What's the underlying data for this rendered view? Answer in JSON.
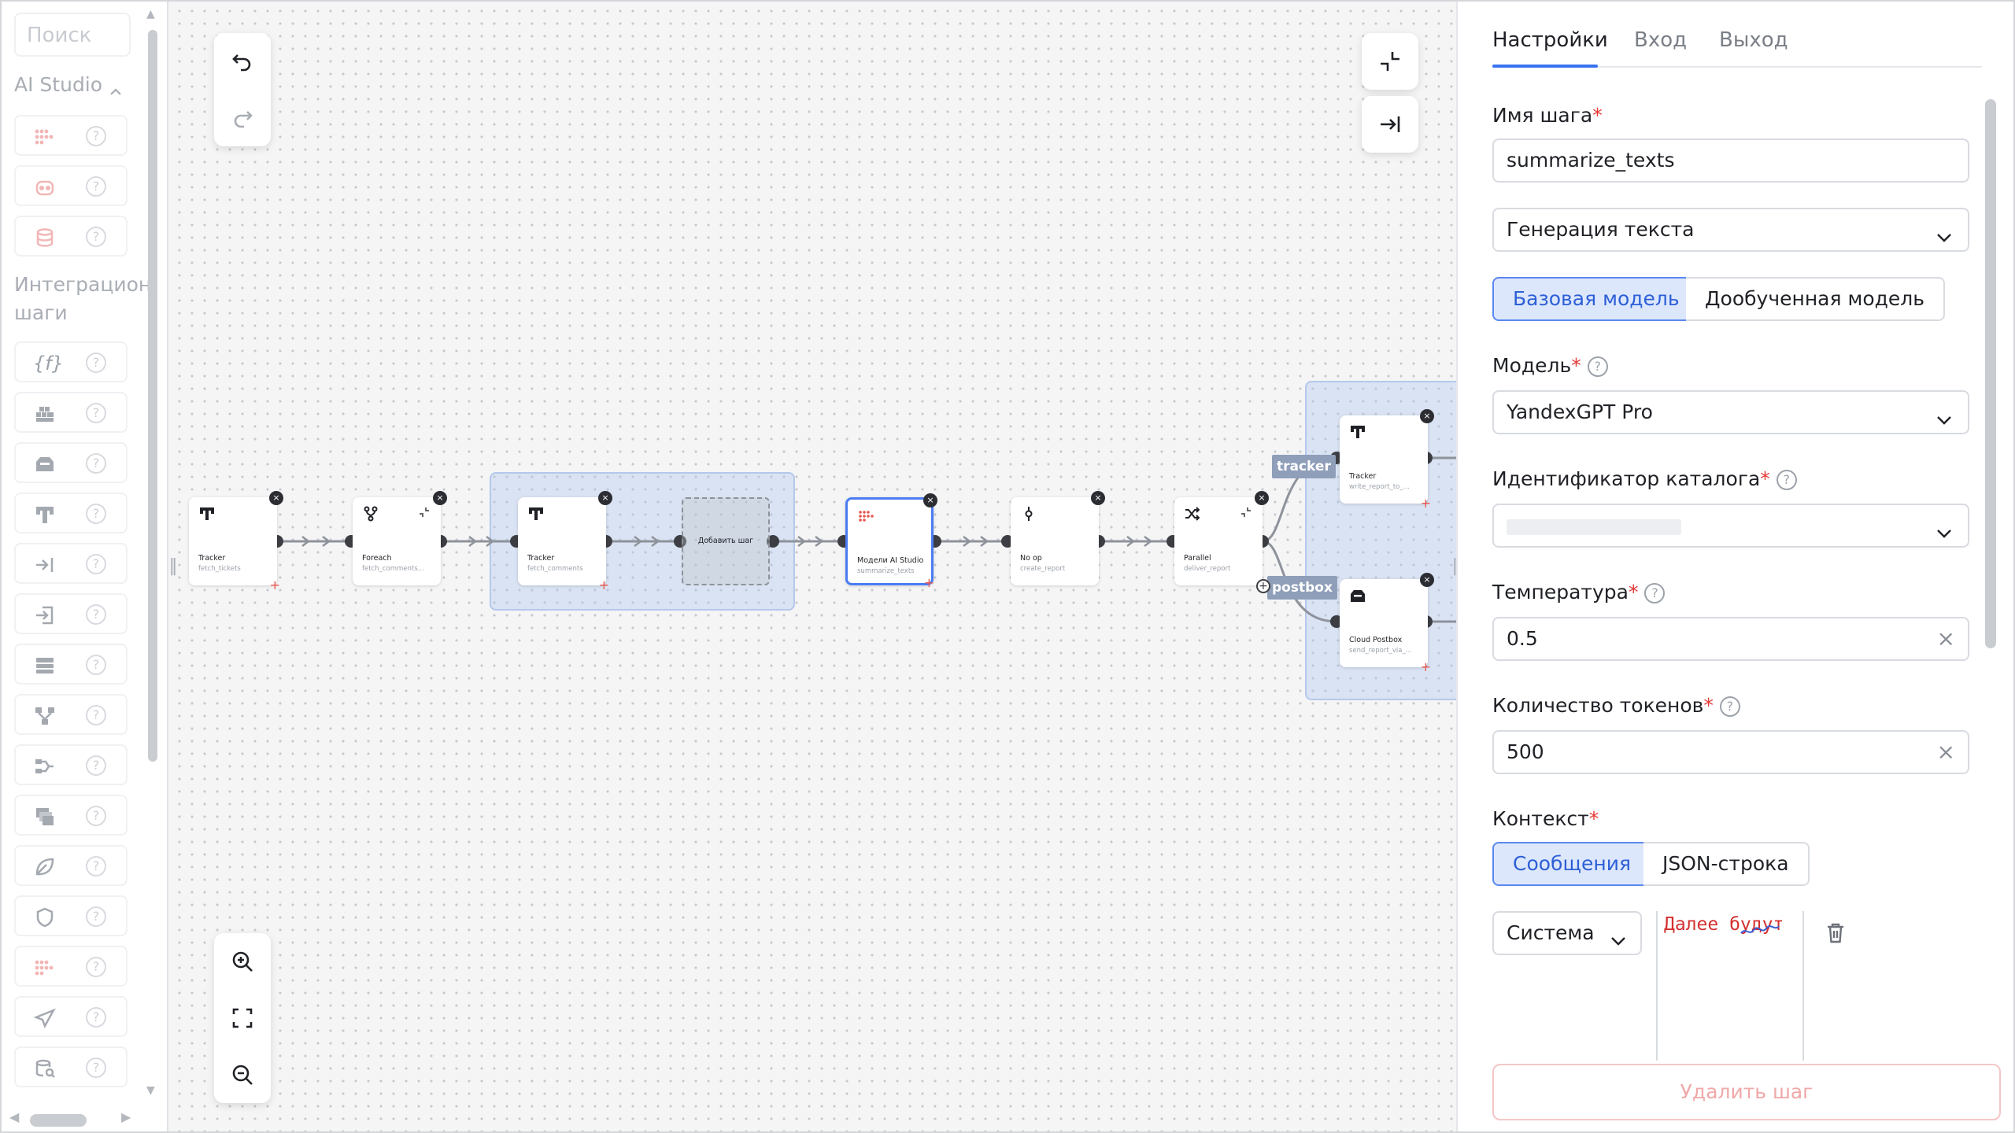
{
  "left_panel": {
    "search_placeholder": "Поиск",
    "section_ai": "AI Studio",
    "section_integration_line1": "Интеграцион",
    "section_integration_line2": "шаги",
    "help_glyph": "?"
  },
  "canvas": {
    "nodes": [
      {
        "title": "Tracker",
        "subtitle": "fetch_tickets"
      },
      {
        "title": "Foreach",
        "subtitle": "fetch_comments..."
      },
      {
        "title": "Tracker",
        "subtitle": "fetch_comments"
      },
      {
        "title": "Модели AI Studio",
        "subtitle": "summarize_texts"
      },
      {
        "title": "No op",
        "subtitle": "create_report"
      },
      {
        "title": "Parallel",
        "subtitle": "deliver_report"
      },
      {
        "title": "Tracker",
        "subtitle": "write_report_to_..."
      },
      {
        "title": "Cloud Postbox",
        "subtitle": "send_report_via_..."
      }
    ],
    "placeholder_label": "Добавить шаг",
    "edge_label_tracker": "tracker",
    "edge_label_postbox": "postbox",
    "close_glyph": "×",
    "plus_glyph": "+"
  },
  "settings": {
    "tabs": [
      "Настройки",
      "Вход",
      "Выход"
    ],
    "step_name_label": "Имя шага",
    "step_name_value": "summarize_texts",
    "step_type_value": "Генерация текста",
    "model_mode": [
      "Базовая модель",
      "Дообученная модель"
    ],
    "model_label": "Модель",
    "model_value": "YandexGPT Pro",
    "catalog_label": "Идентификатор каталога",
    "temperature_label": "Температура",
    "temperature_value": "0.5",
    "tokens_label": "Количество токенов",
    "tokens_value": "500",
    "context_label": "Контекст",
    "context_mode": [
      "Сообщения",
      "JSON-строка"
    ],
    "role_value": "Система",
    "message_text": "Далее будут",
    "delete_button": "Удалить шаг",
    "required_mark": "*",
    "help_glyph": "?",
    "clear_glyph": "×"
  },
  "colors": {
    "accent": "#3a72f0",
    "required": "#e53935",
    "danger_border": "#f5c6c6"
  }
}
